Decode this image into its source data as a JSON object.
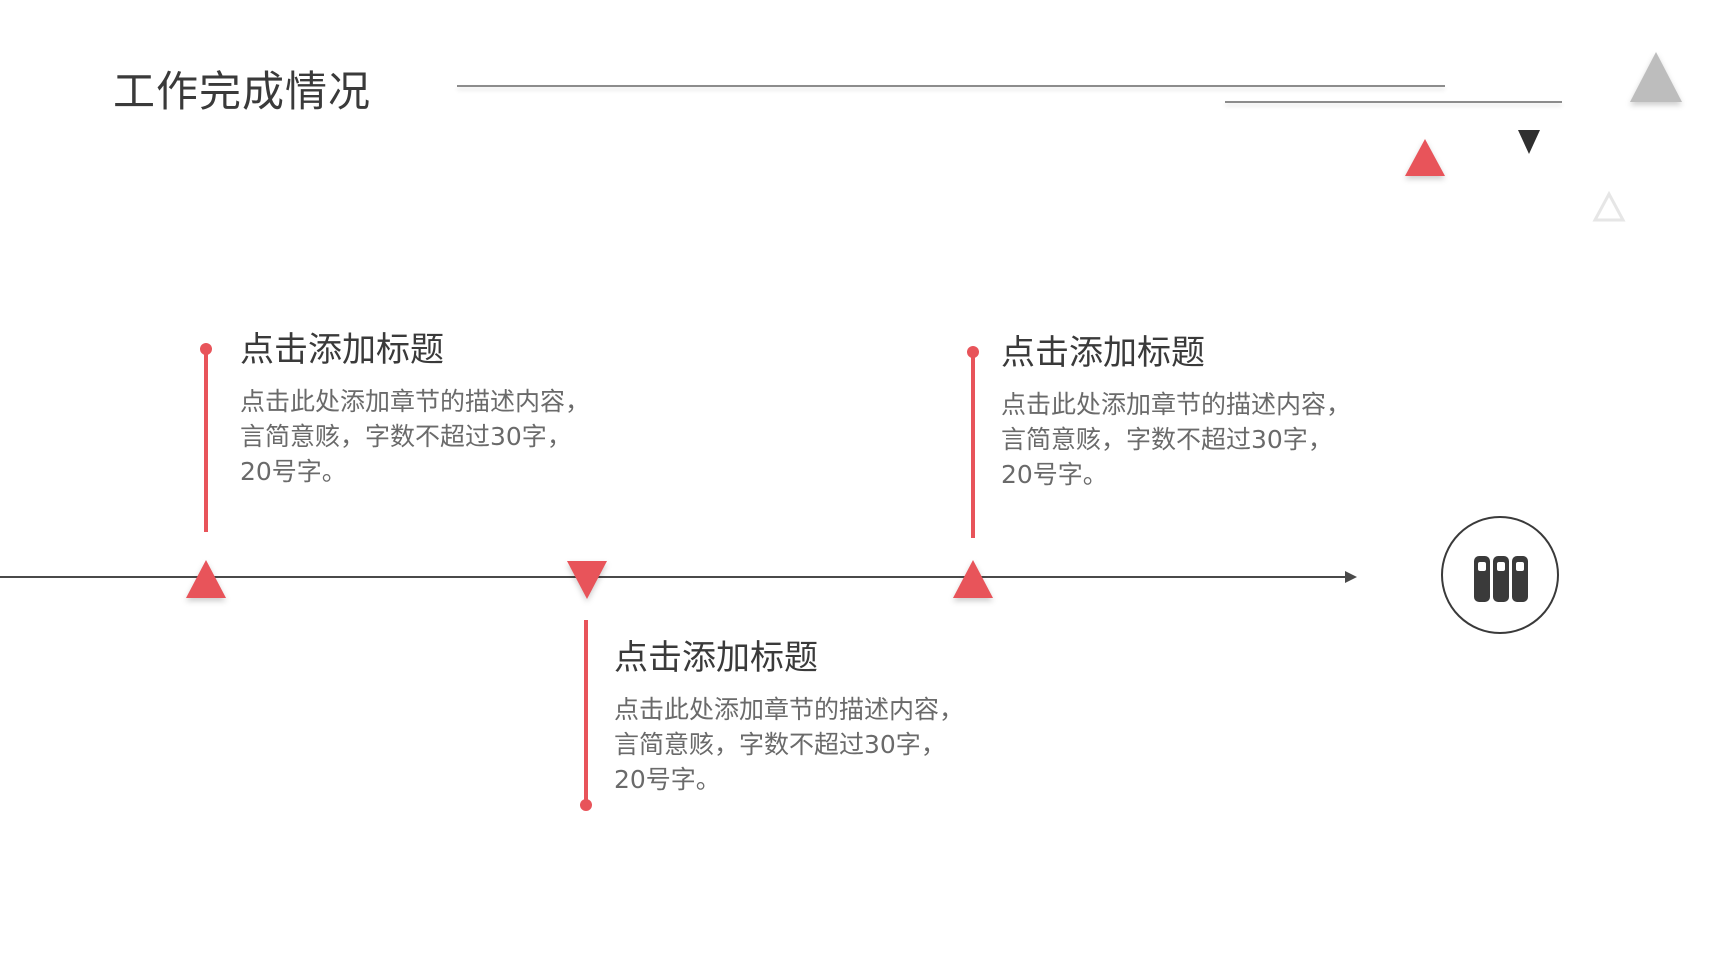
{
  "page": {
    "title": "工作完成情况"
  },
  "milestones": [
    {
      "title": "点击添加标题",
      "body": "点击此处添加章节的描述内容，\n言简意赅，字数不超过30字，\n20号字。"
    },
    {
      "title": "点击添加标题",
      "body": "点击此处添加章节的描述内容，\n言简意赅，字数不超过30字，\n20号字。"
    },
    {
      "title": "点击添加标题",
      "body": "点击此处添加章节的描述内容，\n言简意赅，字数不超过30字，\n20号字。"
    }
  ],
  "icons": {
    "timeline_end": "books-icon",
    "decor": [
      "triangle-icon"
    ]
  },
  "colors": {
    "accent": "#e8545a",
    "text_dark": "#3a3a3a",
    "text_body": "#6a6a6a",
    "decor_gray": "#bdbdbd",
    "line_gray": "#8c8c8c"
  }
}
